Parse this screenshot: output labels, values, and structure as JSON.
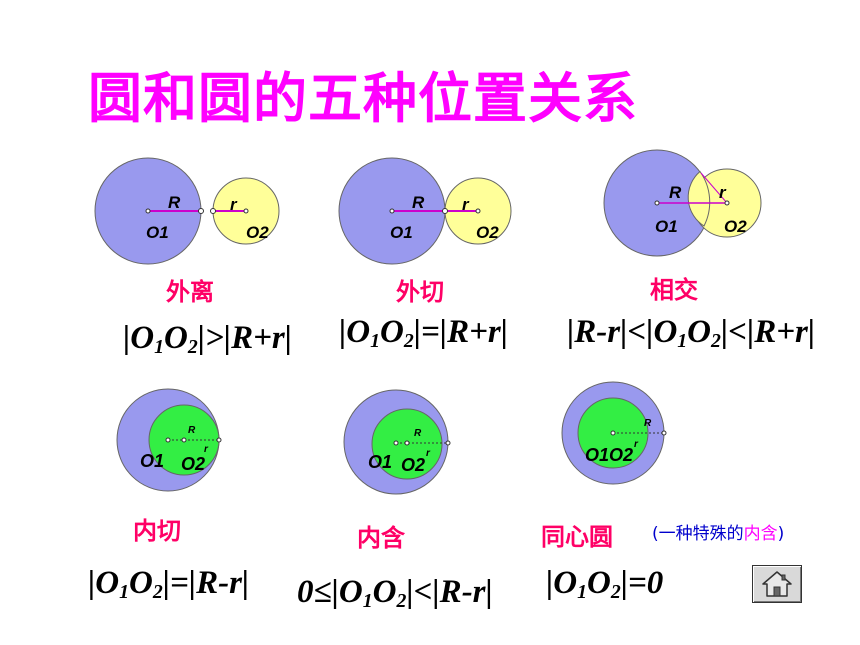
{
  "title": "圆和圆的五种位置关系",
  "colors": {
    "title": "#ff00ff",
    "label": "#ff0066",
    "big_circle": "#9999ee",
    "small_circle_yellow": "#ffff99",
    "small_circle_green": "#33ee44",
    "radius_line": "#cc00cc",
    "note": "#0000cc"
  },
  "cases": [
    {
      "label": "外离",
      "big_center": "O1",
      "small_center": "O2",
      "R": "R",
      "r": "r"
    },
    {
      "label": "外切",
      "big_center": "O1",
      "small_center": "O2",
      "R": "R",
      "r": "r"
    },
    {
      "label": "相交",
      "big_center": "O1",
      "small_center": "O2",
      "R": "R",
      "r": "r"
    },
    {
      "label": "内切",
      "big_center": "O1",
      "small_center": "O2",
      "R": "R",
      "r": "r"
    },
    {
      "label": "内含",
      "big_center": "O1",
      "small_center": "O2",
      "R": "R",
      "r": "r"
    },
    {
      "label": "同心圆",
      "big_center": "O1O2",
      "R": "R",
      "r": "r"
    }
  ],
  "formulas": {
    "separate": {
      "pre": "|O",
      "s1": "1",
      "mid": "O",
      "s2": "2",
      "post": "|>|R+r|"
    },
    "ext_tangent": {
      "pre": "|O",
      "s1": "1",
      "mid": "O",
      "s2": "2",
      "post": "|=|R+r|"
    },
    "intersect": {
      "lead": "|R-r|<|O",
      "s1": "1",
      "mid": "O",
      "s2": "2",
      "post": "|<|R+r|"
    },
    "int_tangent": {
      "pre": "|O",
      "s1": "1",
      "mid": "O",
      "s2": "2",
      "post": "|=|R-r|"
    },
    "contain": {
      "lead": "0≤|O",
      "s1": "1",
      "mid": "O",
      "s2": "2",
      "post": "|<|R-r|"
    },
    "concentric": {
      "pre": "|O",
      "s1": "1",
      "mid": "O",
      "s2": "2",
      "post": "|=0"
    }
  },
  "note": {
    "open": "(一种特殊的",
    "highlight": "内含",
    "close": ")"
  },
  "home_icon": "house-icon"
}
